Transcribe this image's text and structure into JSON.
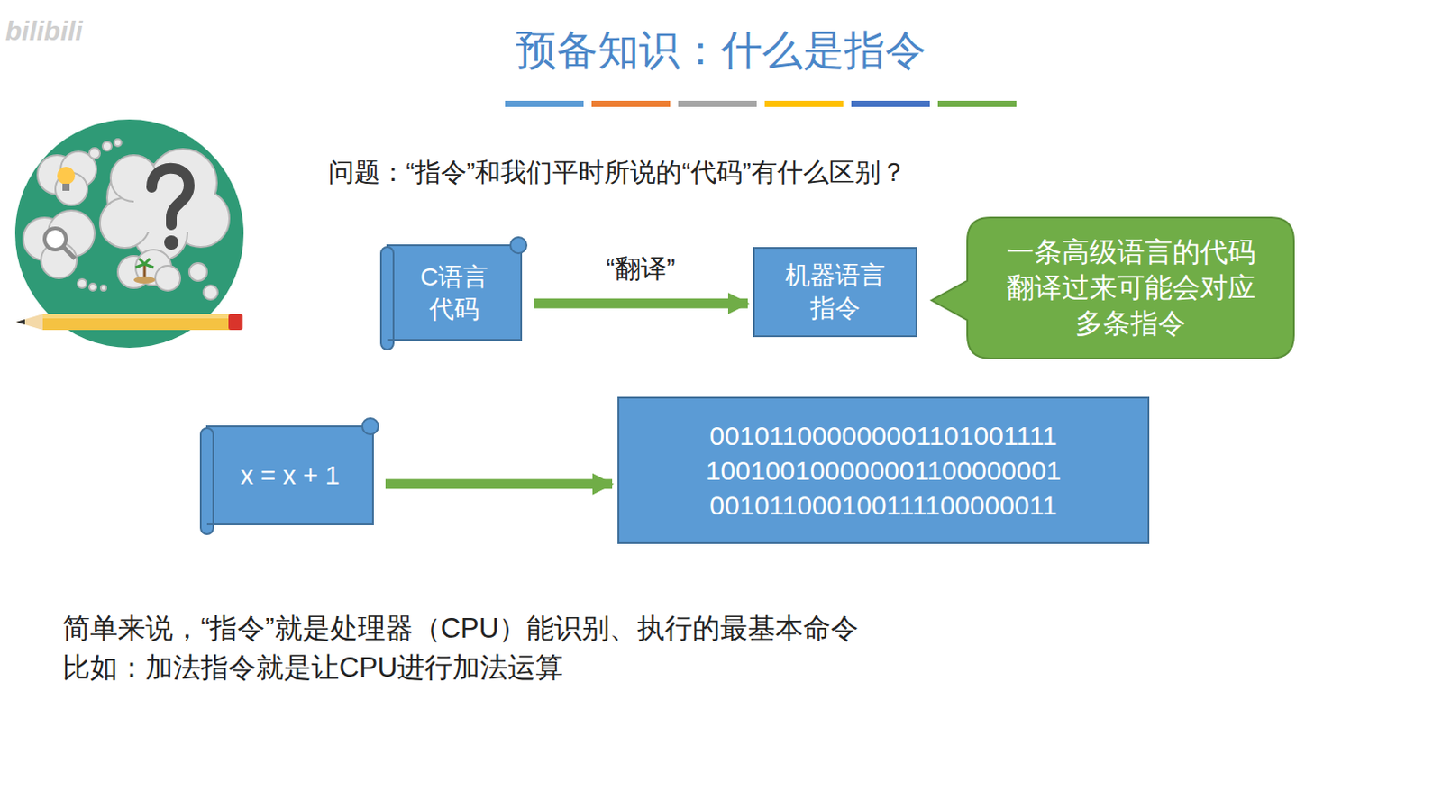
{
  "diagram": {
    "title": "预备知识：什么是指令",
    "nodes": [
      {
        "text": [
          "C语言 代码"
        ]
      },
      {
        "text": [
          "机器语言 指令"
        ]
      },
      {
        "text": [
          "一条高级语言的代码翻译过来可能会对应多条指令"
        ]
      },
      {
        "text": [
          "x = x + 1"
        ]
      },
      {
        "text": [
          "001011000000001101001111",
          "100100100000001100000001",
          "001011000100111100000011"
        ]
      }
    ],
    "edges": [
      {
        "from": 0,
        "to": 1,
        "arrow": "to",
        "label": "“翻译”"
      },
      {
        "from": 3,
        "to": 4,
        "arrow": "to"
      }
    ],
    "labels": [
      "bilibili",
      "问题：“指令”和我们平时所说的“代码”有什么区别？",
      "简单来说，“指令”就是处理器（CPU）能识别、执行的最基本命令",
      "比如：加法指令就是让CPU进行加法运算"
    ]
  }
}
